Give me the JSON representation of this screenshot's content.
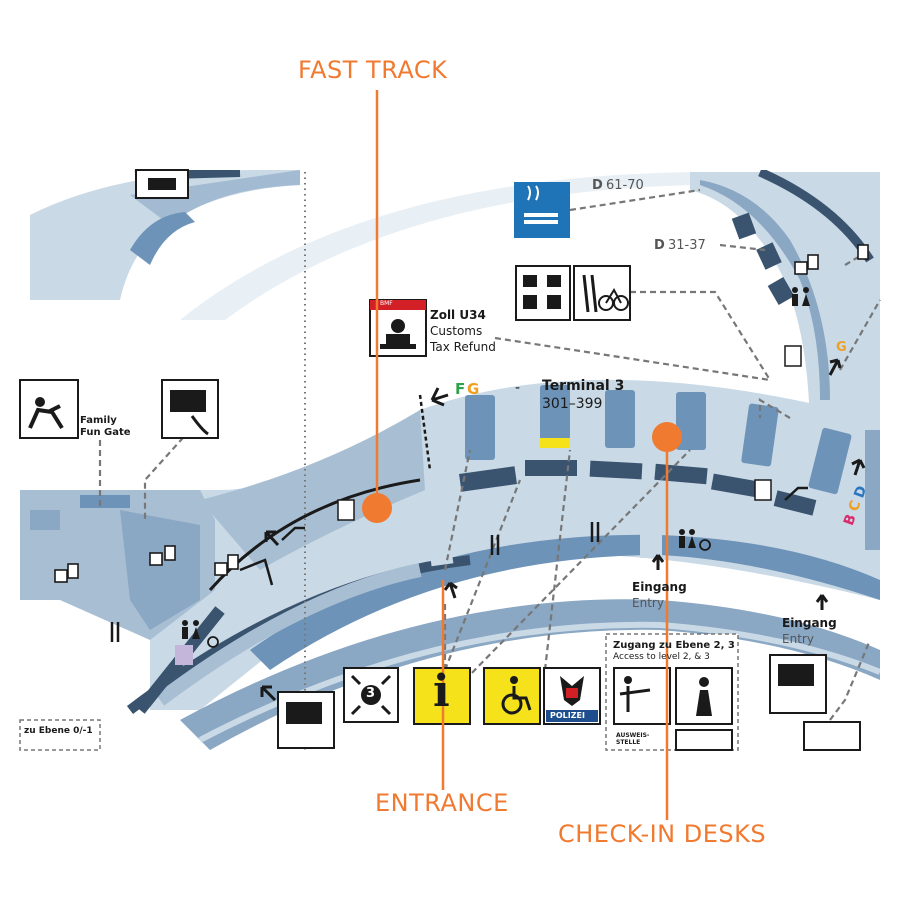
{
  "callouts": {
    "fast_track": "FAST TRACK",
    "entrance": "ENTRANCE",
    "check_in_desks": "CHECK-IN DESKS"
  },
  "terminal": {
    "name": "Terminal 3",
    "range": "301–399"
  },
  "gates": {
    "fg_f": "F",
    "fg_g": "G",
    "fg_dash": "-",
    "d_61_70_letter": "D",
    "d_61_70_num": "61-70",
    "d_31_37_letter": "D",
    "d_31_37_num": "31-37",
    "bcd_b": "B",
    "bcd_c": "C",
    "bcd_d": "D",
    "g_right": "G"
  },
  "customs": {
    "title": "Zoll U34",
    "line1": "Customs",
    "line2": "Tax Refund",
    "badge": "BMF"
  },
  "family": {
    "line1": "Family",
    "line2": "Fun Gate"
  },
  "entries": [
    {
      "de": "Eingang",
      "en": "Entry"
    },
    {
      "de": "Eingang",
      "en": "Entry"
    }
  ],
  "access": {
    "de": "Zugang zu Ebene 2, 3",
    "en": "Access to level 2, & 3",
    "sub": "AUSWEIS-STELLE"
  },
  "level_note": "zu Ebene 0/-1",
  "police": "POLIZEI",
  "level_badge": "3",
  "info_letter": "i",
  "colors": {
    "accent": "#f07a30",
    "floor": "#c9d9e6",
    "zone": "#8aa7c4",
    "desk": "#6d93b8",
    "wall": "#3a5470",
    "sign_yellow": "#f6e21a",
    "sign_blue": "#1f73b7"
  }
}
